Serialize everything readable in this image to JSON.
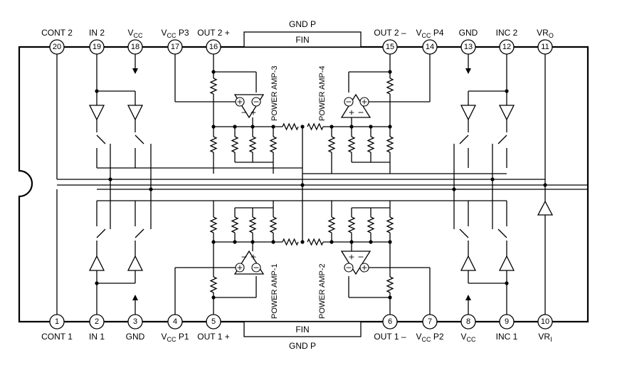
{
  "top_pins": [
    {
      "num": "20",
      "label": "CONT 2"
    },
    {
      "num": "19",
      "label": "IN 2"
    },
    {
      "num": "18",
      "label": "V",
      "sub": "CC"
    },
    {
      "num": "17",
      "label": "V",
      "sub": "CC",
      "suffix": " P3"
    },
    {
      "num": "16",
      "label": "OUT 2 +"
    },
    {
      "num": "15",
      "label": "OUT 2 –"
    },
    {
      "num": "14",
      "label": "V",
      "sub": "CC",
      "suffix": " P4"
    },
    {
      "num": "13",
      "label": "GND"
    },
    {
      "num": "12",
      "label": "INC 2"
    },
    {
      "num": "11",
      "label": "VR",
      "sub": "O"
    }
  ],
  "bottom_pins": [
    {
      "num": "1",
      "label": "CONT 1"
    },
    {
      "num": "2",
      "label": "IN 1"
    },
    {
      "num": "3",
      "label": "GND"
    },
    {
      "num": "4",
      "label": "V",
      "sub": "CC",
      "suffix": " P1"
    },
    {
      "num": "5",
      "label": "OUT 1 +"
    },
    {
      "num": "6",
      "label": "OUT 1 –"
    },
    {
      "num": "7",
      "label": "V",
      "sub": "CC",
      "suffix": " P2"
    },
    {
      "num": "8",
      "label": "V",
      "sub": "CC"
    },
    {
      "num": "9",
      "label": "INC 1"
    },
    {
      "num": "10",
      "label": "VR",
      "sub": "I"
    }
  ],
  "fin_top": {
    "label": "FIN",
    "gnd_label": "GND P"
  },
  "fin_bottom": {
    "label": "FIN",
    "gnd_label": "GND P"
  },
  "amplifiers": [
    "POWER AMP-3",
    "POWER AMP-4",
    "POWER AMP-1",
    "POWER AMP-2"
  ]
}
